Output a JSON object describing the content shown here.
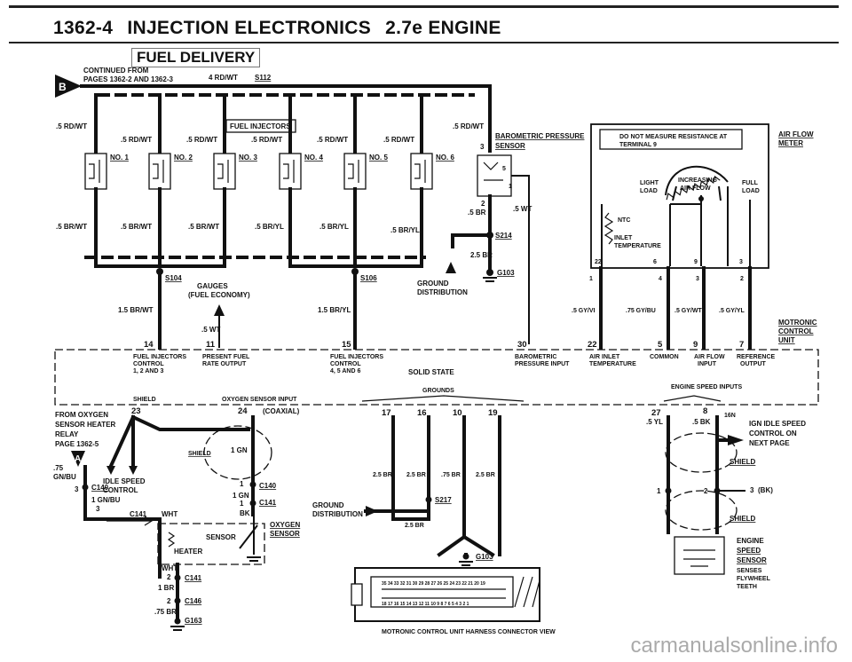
{
  "header": {
    "page_number": "1362-4",
    "title": "INJECTION ELECTRONICS",
    "engine": "2.7e ENGINE"
  },
  "section_title": "FUEL DELIVERY",
  "continued_from": {
    "line1": "CONTINUED FROM",
    "line2": "PAGES 1362-2 AND 1362-3",
    "marker": "B"
  },
  "top_wire": {
    "gauge": "4 RD/WT",
    "splice": "S112"
  },
  "injectors": {
    "group_label": "FUEL INJECTORS",
    "feed_label": ".5 RD/WT",
    "items": [
      {
        "name": "NO. 1",
        "bottom": ".5 BR/WT"
      },
      {
        "name": "NO. 2",
        "bottom": ".5 BR/WT"
      },
      {
        "name": "NO. 3",
        "bottom": ".5 BR/WT"
      },
      {
        "name": "NO. 4",
        "bottom": ".5 BR/YL"
      },
      {
        "name": "NO. 5",
        "bottom": ".5 BR/YL"
      },
      {
        "name": "NO. 6",
        "bottom": ".5 BR/YL"
      }
    ]
  },
  "baro_sensor": {
    "line1": "BAROMETRIC PRESSURE",
    "line2": "SENSOR",
    "feed": ".5 RD/WT"
  },
  "baro_wires": {
    "pin2": "2",
    "br": ".5 BR",
    "wt": ".5 WT",
    "pin1": "1",
    "pin3": "3",
    "pin5": "5"
  },
  "splices": {
    "s104": "S104",
    "s106": "S106",
    "s214": "S214",
    "g103": "G103",
    "c140": "C140",
    "c141": "C141",
    "c146": "C146",
    "s217": "S217",
    "g163": "G163"
  },
  "gauges": {
    "line1": "GAUGES",
    "line2": "(FUEL ECONOMY)",
    "wire": ".5 WT"
  },
  "ground_dist": {
    "line1": "GROUND",
    "line2": "DISTRIBUTION",
    "wire": "2.5 BR"
  },
  "left_wires": {
    "w1": "1.5 BR/WT",
    "w2": "1.5 BR/YL"
  },
  "airflow_meter": {
    "name_line1": "AIR FLOW",
    "name_line2": "METER",
    "note_line1": "DO NOT MEASURE RESISTANCE AT",
    "note_line2": "TERMINAL 9",
    "light_line1": "LIGHT",
    "light_line2": "LOAD",
    "full_line1": "FULL",
    "full_line2": "LOAD",
    "inc_line1": "INCREASING",
    "inc_line2": "AIR FLOW",
    "ntc": "NTC",
    "inlet_line1": "INLET",
    "inlet_line2": "TEMPERATURE",
    "top_pins": [
      "22",
      "6",
      "9",
      "3"
    ],
    "bottom_pins": [
      "1",
      "4",
      "3",
      "2"
    ],
    "wires": [
      ".5 GY/VI",
      ".75 GY/BU",
      ".5 GY/WT",
      ".5 GY/YL"
    ]
  },
  "motronic_label": {
    "line1": "MOTRONIC",
    "line2": "CONTROL",
    "line3": "UNIT"
  },
  "control_unit": {
    "pins_top": [
      "14",
      "11",
      "15",
      "30",
      "22",
      "5",
      "9",
      "7"
    ],
    "fic123": [
      "FUEL INJECTORS",
      "CONTROL",
      "1, 2 AND 3"
    ],
    "rate": [
      "PRESENT FUEL",
      "RATE OUTPUT"
    ],
    "fic456": [
      "FUEL INJECTORS",
      "CONTROL",
      "4, 5 AND 6"
    ],
    "solid_state": "SOLID STATE",
    "grounds": "GROUNDS",
    "baro_input": [
      "BAROMETRIC",
      "PRESSURE INPUT"
    ],
    "air_inlet": [
      "AIR INLET",
      "TEMPERATURE"
    ],
    "common": "COMMON",
    "af_input": [
      "AIR FLOW",
      "INPUT"
    ],
    "ref_output": [
      "REFERENCE",
      "OUTPUT"
    ],
    "engine_speed": "ENGINE SPEED INPUTS",
    "shield": "SHIELD",
    "o2_input": "OXYGEN SENSOR INPUT",
    "pins_bottom": [
      "23",
      "24",
      "17",
      "16",
      "10",
      "19",
      "27",
      "8",
      "16N"
    ]
  },
  "oxygen": {
    "from_line1": "FROM OXYGEN",
    "from_line2": "SENSOR HEATER",
    "from_line3": "RELAY",
    "from_line4": "PAGE 1362-5",
    "marker": "A",
    "wire_75": ".75",
    "wire_gnbu": "GN/BU",
    "idle_line1": "IDLE SPEED",
    "idle_line2": "CONTROL",
    "c140_wire": "1 GN/BU",
    "coax": "(COAXIAL)",
    "shield": "SHIELD",
    "gn1": "1 GN",
    "gn2": "1 GN",
    "bk": "BK",
    "wht": "WHT",
    "wht2": "WHT",
    "br1": "1 BR",
    "br75": ".75 BR",
    "sensor": "SENSOR",
    "heater": "HEATER",
    "name_line1": "OXYGEN",
    "name_line2": "SENSOR",
    "pin3": "3",
    "pin1": "1",
    "pin2a": "2",
    "pin2b": "2",
    "pin1b": "1"
  },
  "ground_wires": {
    "w1": "2.5 BR",
    "w2": "2.5 BR",
    "w3": ".75 BR",
    "w4": "2.5 BR",
    "w5": "2.5 BR"
  },
  "connector_view": {
    "label": "MOTRONIC CONTROL UNIT HARNESS CONNECTOR VIEW",
    "row1": "35 34 33 32 31 30 29 28 27 26 25 24 23 22 21 20 19",
    "row2": "18 17 16 15 14 13 12 11 10 9 8 7 6 5 4 3 2 1"
  },
  "engine_speed": {
    "yl": ".5 YL",
    "bk": ".5 BK",
    "idle_line1": "IGN IDLE SPEED",
    "idle_line2": "CONTROL ON",
    "idle_line3": "NEXT PAGE",
    "shield1": "SHIELD",
    "shield2": "SHIELD",
    "bk_pin": "(BK)",
    "pin1": "1",
    "pin2": "2",
    "pin3": "3",
    "sensor_line1": "ENGINE",
    "sensor_line2": "SPEED",
    "sensor_line3": "SENSOR",
    "desc_line1": "SENSES",
    "desc_line2": "FLYWHEEL",
    "desc_line3": "TEETH"
  },
  "watermark": "carmanualsonline.info"
}
